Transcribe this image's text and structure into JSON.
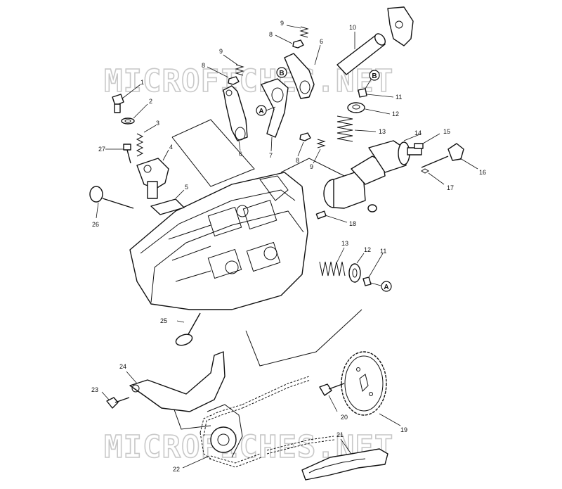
{
  "watermarks": [
    "MICROFICHES.NET",
    "MICROFICHES.NET"
  ],
  "labels": {
    "l1": "1",
    "l2": "2",
    "l3": "3",
    "l4": "4",
    "l5": "5",
    "l6a": "6",
    "l6b": "6",
    "l7": "7",
    "l8a": "8",
    "l8b": "8",
    "l9a": "9",
    "l9b": "9",
    "l9c": "9",
    "l10": "10",
    "l11a": "11",
    "l11b": "11",
    "l12a": "12",
    "l12b": "12",
    "l13a": "13",
    "l13b": "13",
    "l14": "14",
    "l15": "15",
    "l16": "16",
    "l17": "17",
    "l18": "18",
    "l19": "19",
    "l20": "20",
    "l21": "21",
    "l22": "22",
    "l23": "23",
    "l24": "24",
    "l25": "25",
    "l26": "26",
    "l27": "27"
  },
  "callouts": {
    "a1": "A",
    "a2": "A",
    "b1": "B",
    "b2": "B"
  }
}
